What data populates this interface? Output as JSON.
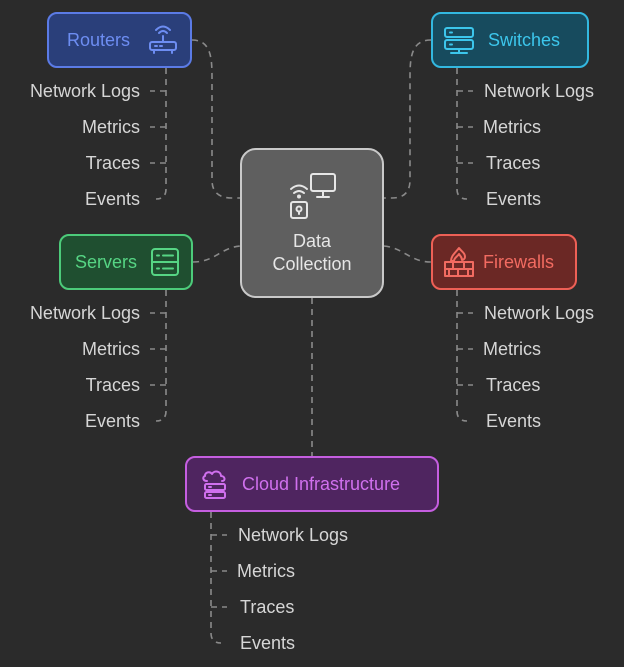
{
  "center": {
    "line1": "Data",
    "line2": "Collection",
    "icon": "wifi-lock-monitor-icon"
  },
  "nodes": {
    "routers": {
      "label": "Routers",
      "icon": "router-icon",
      "border": "#5b7be6",
      "fill": "#2a3f7a",
      "text": "#6d8df2"
    },
    "switches": {
      "label": "Switches",
      "icon": "server-rack-icon",
      "border": "#33b8e0",
      "fill": "#174b5e",
      "text": "#3cc6ec"
    },
    "servers": {
      "label": "Servers",
      "icon": "server-list-icon",
      "border": "#4ccb7a",
      "fill": "#1f4f30",
      "text": "#56d584"
    },
    "firewalls": {
      "label": "Firewalls",
      "icon": "firewall-icon",
      "border": "#ee6056",
      "fill": "#6b2825",
      "text": "#f26b61"
    },
    "cloud": {
      "label": "Cloud Infrastructure",
      "icon": "cloud-server-icon",
      "border": "#c55ee0",
      "fill": "#4f2560",
      "text": "#d070ee"
    }
  },
  "leaves": {
    "routers": [
      "Network Logs",
      "Metrics",
      "Traces",
      "Events"
    ],
    "switches": [
      "Network Logs",
      "Metrics",
      "Traces",
      "Events"
    ],
    "servers": [
      "Network Logs",
      "Metrics",
      "Traces",
      "Events"
    ],
    "firewalls": [
      "Network Logs",
      "Metrics",
      "Traces",
      "Events"
    ],
    "cloud": [
      "Network Logs",
      "Metrics",
      "Traces",
      "Events"
    ]
  },
  "colors": {
    "connector": "#8a8a8a",
    "leaf_text": "#d6d6d6",
    "background": "#2b2b2b"
  }
}
